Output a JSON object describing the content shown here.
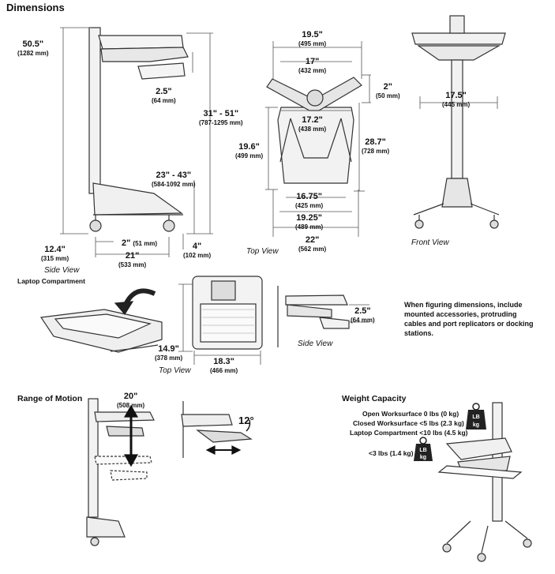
{
  "titles": {
    "dimensions": "Dimensions",
    "laptop_compartment": "Laptop Compartment",
    "range_of_motion": "Range of Motion",
    "weight_capacity": "Weight Capacity"
  },
  "captions": {
    "side_view_main": "Side View",
    "top_view_main": "Top View",
    "front_view": "Front View",
    "top_view_laptop": "Top View",
    "side_view_laptop": "Side View"
  },
  "side_view": {
    "height_total": {
      "in": "50.5\"",
      "mm": "(1282 mm)"
    },
    "handle_drop": {
      "in": "2.5\"",
      "mm": "(64 mm)"
    },
    "worksurface_range": {
      "in": "31\" - 51\"",
      "mm": "(787-1295 mm)"
    },
    "base_range": {
      "in": "23\" - 43\"",
      "mm": "(584-1092 mm)"
    },
    "base_depth": {
      "in": "12.4\"",
      "mm": "(315 mm)"
    },
    "caster_offset": {
      "in": "2\"",
      "mm": "(51 mm)"
    },
    "base_length": {
      "in": "21\"",
      "mm": "(533 mm)"
    },
    "caster_height": {
      "in": "4\"",
      "mm": "(102 mm)"
    }
  },
  "top_view": {
    "width_top": {
      "in": "19.5\"",
      "mm": "(495 mm)"
    },
    "width_inner": {
      "in": "17\"",
      "mm": "(432 mm)"
    },
    "offset": {
      "in": "2\"",
      "mm": "(50 mm)"
    },
    "tray_width": {
      "in": "17.2\"",
      "mm": "(438 mm)"
    },
    "depth_left": {
      "in": "19.6\"",
      "mm": "(499 mm)"
    },
    "depth_right": {
      "in": "28.7\"",
      "mm": "(728 mm)"
    },
    "base_inner": {
      "in": "16.75\"",
      "mm": "(425 mm)"
    },
    "base_mid": {
      "in": "19.25\"",
      "mm": "(489 mm)"
    },
    "base_outer": {
      "in": "22\"",
      "mm": "(562 mm)"
    }
  },
  "front_view": {
    "width": {
      "in": "17.5\"",
      "mm": "(445 mm)"
    }
  },
  "laptop": {
    "depth": {
      "in": "14.9\"",
      "mm": "(378 mm)"
    },
    "width": {
      "in": "18.3\"",
      "mm": "(466 mm)"
    },
    "side_drop": {
      "in": "2.5\"",
      "mm": "(64 mm)"
    },
    "note": "When figuring dimensions, include mounted accessories, protruding cables and port replicators or docking stations."
  },
  "motion": {
    "travel": {
      "in": "20\"",
      "mm": "(508 mm)"
    },
    "tilt": "12°"
  },
  "weights": {
    "open_worksurface": "Open Worksurface 0 lbs (0 kg)",
    "closed_worksurface": "Closed Worksurface <5 lbs (2.3 kg)",
    "laptop_compartment": "Laptop Compartment <10 lbs (4.5 kg)",
    "keyboard_tray": "<3 lbs (1.4 kg)",
    "tag_lb": "LB",
    "tag_kg": "kg"
  }
}
